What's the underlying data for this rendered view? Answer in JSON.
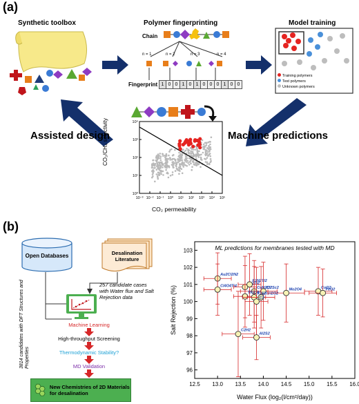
{
  "panel_a": {
    "label": "(a)",
    "synthetic_toolbox": "Synthetic toolbox",
    "polymer_fingerprinting": "Polymer fingerprinting",
    "chain_label": "Chain",
    "fingerprint_label": "Fingerprint",
    "fingerprint_bits": [
      "1",
      "0",
      "0",
      "1",
      "0",
      "1",
      "0",
      "0",
      "0",
      "1",
      "0",
      "0"
    ],
    "n_labels": [
      "n = 1",
      "n = 2",
      "n = 3",
      "n = 4"
    ],
    "model_training": "Model training",
    "legend": [
      "Training polymers",
      "Test polymers",
      "Unknown polymers"
    ],
    "legend_colors": [
      "#e52421",
      "#4a90d9",
      "#bdbdbd"
    ],
    "assisted_design": "Assisted design",
    "machine_predictions": "Machine predictions",
    "scatter": {
      "ylabel": "CO₂/CH₄ selectivity",
      "xlabel": "CO₂ permeability",
      "xticks": [
        "10⁻³",
        "10⁻²",
        "10⁻¹",
        "10⁰",
        "10¹",
        "10²",
        "10³",
        "10⁴",
        "10⁵"
      ],
      "yticks": [
        "10⁰",
        "10¹",
        "10²",
        "10³",
        "10⁴"
      ]
    }
  },
  "panel_b": {
    "label": "(b)",
    "open_databases": "Open Databases",
    "desalination_literature": "Desalination Literature",
    "side_note": "3814 candidates with DFT Structures and Properties",
    "candidates_note": "257 candidate cases with Water flux and Salt Rejection data",
    "machine_learning": "Machine Learning",
    "screening": "High-throughput Screening",
    "stability": "Thermodynamic Stability?",
    "md_validation": "MD Validation",
    "new_chemistries": "New Chemistries of 2D Materials for desalination",
    "colors": {
      "ml": "#d62728",
      "stability": "#1fa2d6",
      "md": "#7b2ca8",
      "final_box": "#4caf50"
    }
  },
  "chart_data": {
    "type": "scatter",
    "title": "ML predictions for membranes tested with MD",
    "xlabel": "Water Flux (log₂(l/cm²/day))",
    "ylabel": "Salt Rejection (%)",
    "xlim": [
      12.5,
      16.0
    ],
    "ylim": [
      95.5,
      103.5
    ],
    "xticks": [
      "12.5",
      "13.0",
      "13.5",
      "14.0",
      "14.5",
      "15.0",
      "15.5",
      "16.0"
    ],
    "yticks": [
      "96",
      "97",
      "98",
      "99",
      "100",
      "101",
      "102",
      "103"
    ],
    "points": [
      {
        "label": "Au2Cl2N2",
        "x": 13.0,
        "y": 101.35,
        "xerr": 0.3,
        "yerr": 1.5
      },
      {
        "label": "Cl4O4Ti4",
        "x": 13.0,
        "y": 100.7,
        "xerr": 0.3,
        "yerr": 1.5
      },
      {
        "label": "Cr2Ti2",
        "x": 13.6,
        "y": 100.85,
        "xerr": 0.25,
        "yerr": 1.8
      },
      {
        "label": "F2N2Ti2",
        "x": 13.7,
        "y": 101.0,
        "xerr": 0.25,
        "yerr": 1.8
      },
      {
        "label": "CuH2O2",
        "x": 13.8,
        "y": 100.6,
        "xerr": 0.3,
        "yerr": 1.8
      },
      {
        "label": "Cl2Sc2",
        "x": 14.0,
        "y": 100.6,
        "xerr": 0.3,
        "yerr": 1.7
      },
      {
        "label": "TiGO4",
        "x": 13.6,
        "y": 100.3,
        "xerr": 0.25,
        "yerr": 1.8
      },
      {
        "label": "V2S2",
        "x": 13.8,
        "y": 100.25,
        "xerr": 0.25,
        "yerr": 1.8
      },
      {
        "label": "ZnH2O2",
        "x": 13.95,
        "y": 100.25,
        "xerr": 0.3,
        "yerr": 1.8
      },
      {
        "label": "C2",
        "x": 13.85,
        "y": 100.0,
        "xerr": 0.25,
        "yerr": 2.0
      },
      {
        "label": "Mo2O4",
        "x": 14.5,
        "y": 100.5,
        "xerr": 0.4,
        "yerr": 1.7
      },
      {
        "label": "CoO2",
        "x": 15.2,
        "y": 100.6,
        "xerr": 0.3,
        "yerr": 1.4
      },
      {
        "label": "FeO2",
        "x": 15.3,
        "y": 100.5,
        "xerr": 0.3,
        "yerr": 1.4
      },
      {
        "label": "C2H2",
        "x": 13.45,
        "y": 98.1,
        "xerr": 0.35,
        "yerr": 2.5
      },
      {
        "label": "Al2S2",
        "x": 13.85,
        "y": 97.9,
        "xerr": 0.3,
        "yerr": 1.3
      }
    ]
  }
}
